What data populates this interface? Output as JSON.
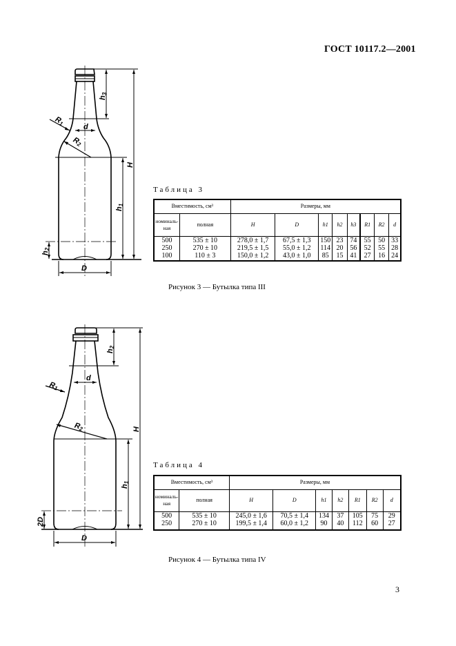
{
  "header": {
    "standard_code": "ГОСТ 10117.2—2001"
  },
  "figure3": {
    "caption": "Рисунок 3 — Бутылка типа III",
    "labels": {
      "R1": "R1",
      "R2": "R2",
      "d": "d",
      "h1": "h1",
      "h2": "h2",
      "h3": "h3",
      "H": "H",
      "D": "D"
    }
  },
  "table3": {
    "caption": "Таблица 3",
    "group_headers": {
      "capacity": "Вместимость, см³",
      "dimensions": "Размеры, мм"
    },
    "columns": {
      "nominal": "номиналь-ная",
      "full": "полная",
      "H": "H",
      "D": "D",
      "h1": "h1",
      "h2": "h2",
      "h3": "h3",
      "R1": "R1",
      "R2": "R2",
      "d": "d"
    },
    "rows": [
      {
        "nominal": "500",
        "full": "535 ± 10",
        "H": "278,0 ± 1,7",
        "D": "67,5 ± 1,3",
        "h1": "150",
        "h2": "23",
        "h3": "74",
        "R1": "55",
        "R2": "50",
        "d": "33"
      },
      {
        "nominal": "250",
        "full": "270 ± 10",
        "H": "219,5 ± 1,5",
        "D": "55,0 ± 1,2",
        "h1": "114",
        "h2": "20",
        "h3": "56",
        "R1": "52",
        "R2": "55",
        "d": "28"
      },
      {
        "nominal": "100",
        "full": "110 ± 3",
        "H": "150,0 ± 1,2",
        "D": "43,0 ± 1,0",
        "h1": "85",
        "h2": "15",
        "h3": "41",
        "R1": "27",
        "R2": "16",
        "d": "24"
      }
    ]
  },
  "figure4": {
    "caption": "Рисунок 4 — Бутылка типа IV",
    "labels": {
      "R1": "R1",
      "R2": "R2",
      "d": "d",
      "h1": "h1",
      "h2": "h2",
      "H": "H",
      "D": "D",
      "twoD": "2D"
    }
  },
  "table4": {
    "caption": "Таблица 4",
    "group_headers": {
      "capacity": "Вместимость, см³",
      "dimensions": "Размеры, мм"
    },
    "columns": {
      "nominal": "номиналь-ная",
      "full": "полная",
      "H": "H",
      "D": "D",
      "h1": "h1",
      "h2": "h2",
      "R1": "R1",
      "R2": "R2",
      "d": "d"
    },
    "rows": [
      {
        "nominal": "500",
        "full": "535 ± 10",
        "H": "245,0 ± 1,6",
        "D": "70,5 ± 1,4",
        "h1": "134",
        "h2": "37",
        "R1": "105",
        "R2": "75",
        "d": "29"
      },
      {
        "nominal": "250",
        "full": "270 ± 10",
        "H": "199,5 ± 1,4",
        "D": "60,0 ± 1,2",
        "h1": "90",
        "h2": "40",
        "R1": "112",
        "R2": "60",
        "d": "27"
      }
    ]
  },
  "footer": {
    "page_number": "3"
  }
}
